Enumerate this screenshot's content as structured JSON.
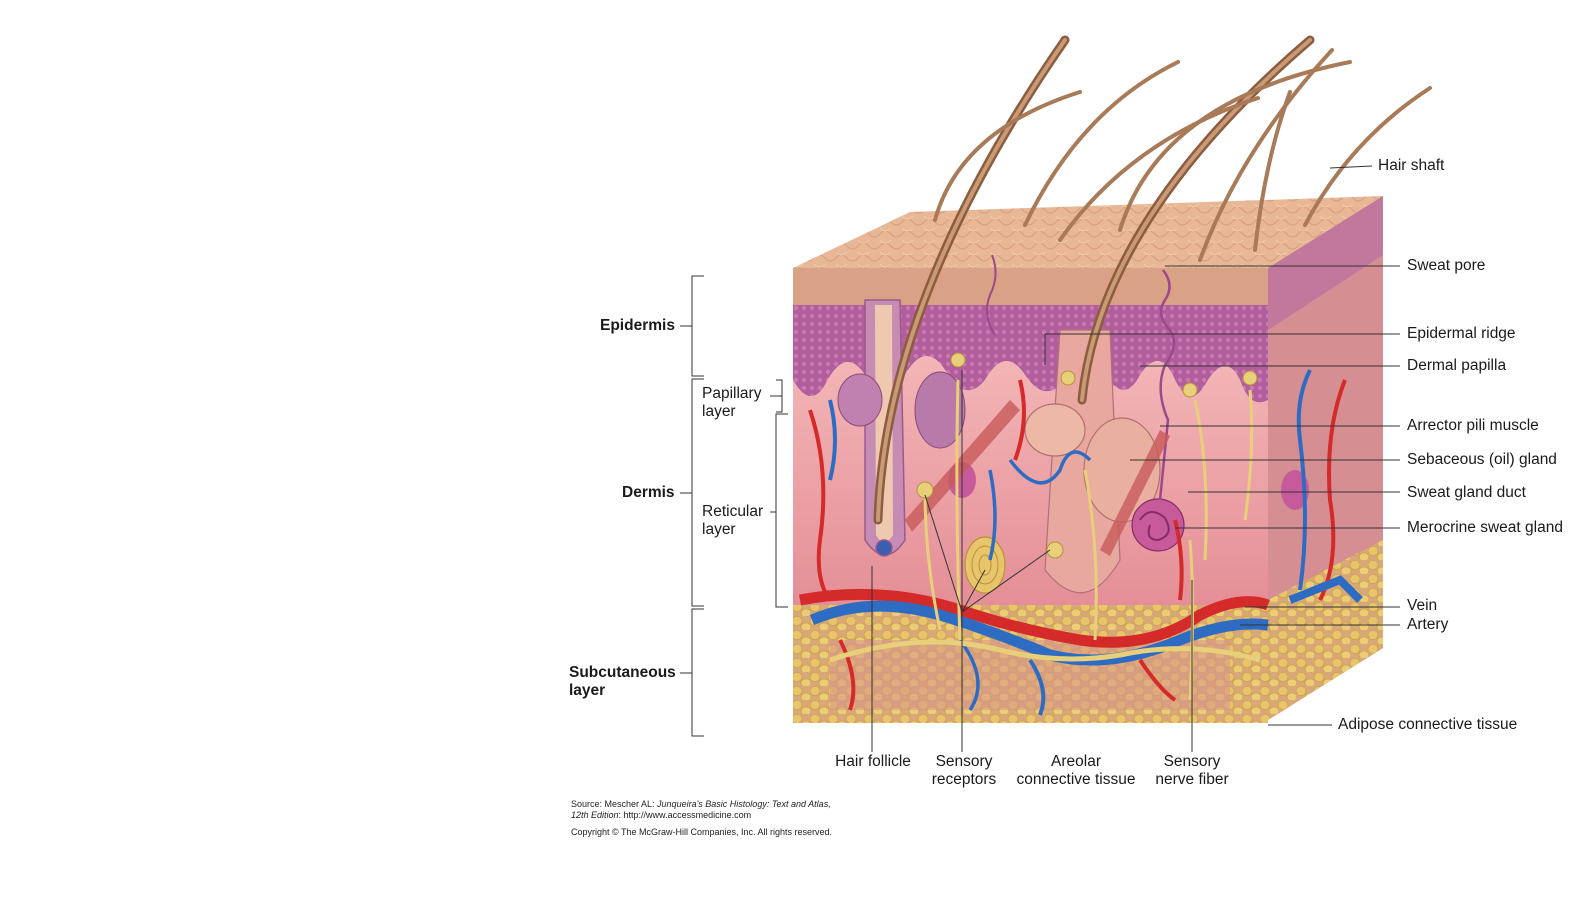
{
  "labels_right": {
    "hair_shaft": "Hair shaft",
    "sweat_pore": "Sweat pore",
    "epidermal_ridge": "Epidermal ridge",
    "dermal_papilla": "Dermal papilla",
    "arrector_pili": "Arrector pili muscle",
    "sebaceous": "Sebaceous (oil) gland",
    "sweat_duct": "Sweat gland duct",
    "merocrine": "Merocrine sweat gland",
    "vein": "Vein",
    "artery": "Artery",
    "adipose": "Adipose connective tissue"
  },
  "labels_left": {
    "epidermis": "Epidermis",
    "dermis": "Dermis",
    "subcutaneous_1": "Subcutaneous",
    "subcutaneous_2": "layer",
    "papillary_1": "Papillary",
    "papillary_2": "layer",
    "reticular_1": "Reticular",
    "reticular_2": "layer"
  },
  "labels_bottom": {
    "hair_follicle": "Hair follicle",
    "sensory_receptors_1": "Sensory",
    "sensory_receptors_2": "receptors",
    "areolar_1": "Areolar",
    "areolar_2": "connective tissue",
    "nerve_1": "Sensory",
    "nerve_2": "nerve fiber"
  },
  "source": {
    "line1_prefix": "Source: Mescher AL: ",
    "line1_title": "Junqueira's Basic Histology: Text and Atlas,",
    "line2_edition": "12th Edition",
    "line2_rest": ": http://www.accessmedicine.com",
    "line3": "Copyright © The McGraw-Hill Companies, Inc. All rights reserved."
  },
  "colors": {
    "epidermis_top": "#e8b896",
    "epidermis_layer": "#c6899a",
    "basal_layer": "#b25e9c",
    "dermis": "#eda3aa",
    "subcutaneous": "#d89a8a",
    "fat": "#e6c268",
    "artery": "#d42a2a",
    "vein": "#2e6cc4",
    "nerve": "#e8cf7a",
    "hair": "#a87a58"
  }
}
